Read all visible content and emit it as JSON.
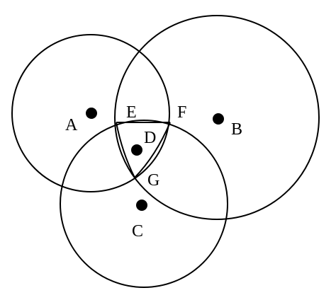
{
  "labels": {
    "A": "A",
    "B": "B",
    "C": "C",
    "D": "D",
    "E": "E",
    "F": "F",
    "G": "G"
  },
  "colors": {
    "stroke": "#000000",
    "background": "#ffffff"
  }
}
